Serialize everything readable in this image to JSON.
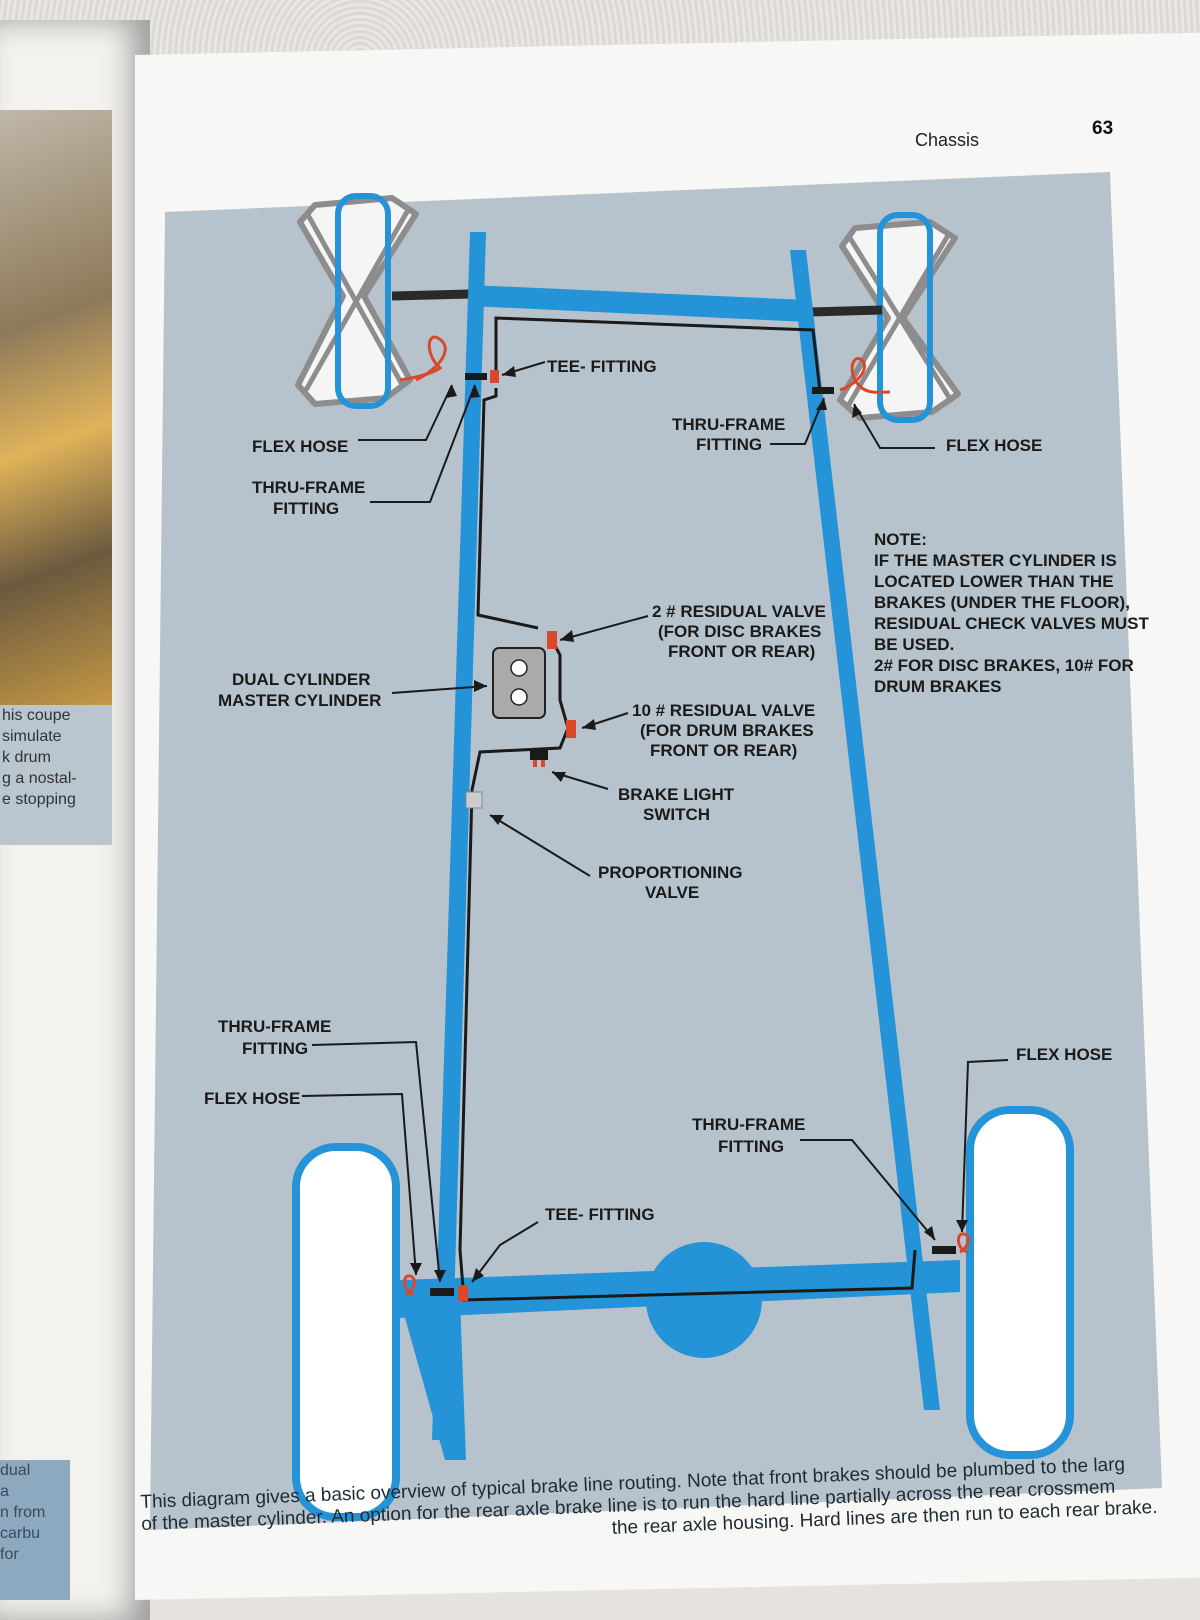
{
  "header": {
    "section": "Chassis",
    "page_number": "63"
  },
  "left_page": {
    "caption_lines": [
      "his coupe",
      "simulate",
      "k drum",
      "g a nostal-",
      "e stopping"
    ],
    "caption2_lines": [
      "dual",
      "a",
      "n from",
      "carbu",
      "for"
    ]
  },
  "labels": {
    "tee_top": "TEE- FITTING",
    "flex_hose_fl": "FLEX HOSE",
    "thru_frame_fl_1": "THRU-FRAME",
    "thru_frame_fl_2": "FITTING",
    "thru_frame_fr_1": "THRU-FRAME",
    "thru_frame_fr_2": "FITTING",
    "flex_hose_fr": "FLEX HOSE",
    "note_lines": [
      "NOTE:",
      "IF THE MASTER CYLINDER IS",
      "LOCATED LOWER THAN THE",
      "BRAKES (UNDER THE FLOOR),",
      "RESIDUAL CHECK VALVES MUST",
      "BE USED.",
      "2# FOR DISC BRAKES, 10# FOR",
      "DRUM BRAKES"
    ],
    "res2_lines": [
      "2 # RESIDUAL VALVE",
      "(FOR DISC BRAKES",
      "FRONT OR REAR)"
    ],
    "master_lines": [
      "DUAL CYLINDER",
      "MASTER CYLINDER"
    ],
    "res10_lines": [
      "10 # RESIDUAL VALVE",
      "(FOR DRUM BRAKES",
      "FRONT OR REAR)"
    ],
    "brake_light_lines": [
      "BRAKE LIGHT",
      "SWITCH"
    ],
    "proportioning_lines": [
      "PROPORTIONING",
      "VALVE"
    ],
    "thru_frame_rl_1": "THRU-FRAME",
    "thru_frame_rl_2": "FITTING",
    "flex_hose_rl": "FLEX HOSE",
    "flex_hose_rr": "FLEX HOSE",
    "thru_frame_rr_1": "THRU-FRAME",
    "thru_frame_rr_2": "FITTING",
    "tee_bottom": "TEE- FITTING"
  },
  "caption": {
    "line1": "This diagram gives a basic overview of typical brake line routing. Note that front brakes should be plumbed to the larg",
    "line2": "of the master cylinder. An option for the rear axle brake line is to run the hard line partially across the rear crossmem",
    "line3": "the rear axle housing. Hard lines are then run to each rear brake."
  },
  "colors": {
    "frame": "#2493d8",
    "panel": "#b7c3cc",
    "fitting": "#d9482b",
    "line": "#1a1a1a"
  }
}
